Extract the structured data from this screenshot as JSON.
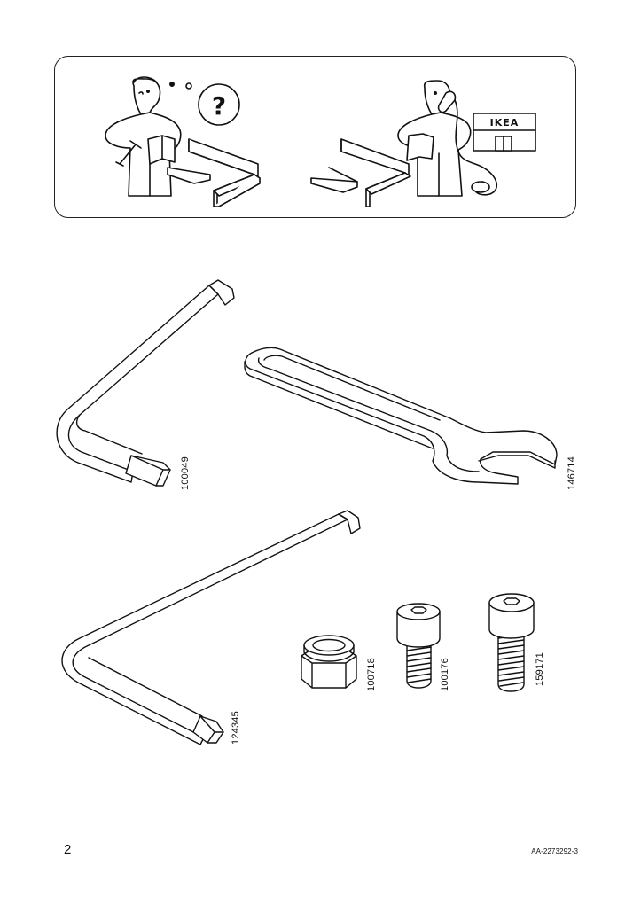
{
  "help_panel": {
    "brand_sign": "IKEA",
    "question_symbol": "?"
  },
  "parts": [
    {
      "code": "100049",
      "icon": "small-allen-key-icon"
    },
    {
      "code": "146714",
      "icon": "open-end-wrench-icon"
    },
    {
      "code": "124345",
      "icon": "large-allen-key-icon"
    },
    {
      "code": "100718",
      "icon": "hex-nut-icon"
    },
    {
      "code": "100176",
      "icon": "short-socket-bolt-icon"
    },
    {
      "code": "159171",
      "icon": "long-socket-bolt-icon"
    }
  ],
  "footer": {
    "page_number": "2",
    "document_code": "AA-2273292-3"
  }
}
